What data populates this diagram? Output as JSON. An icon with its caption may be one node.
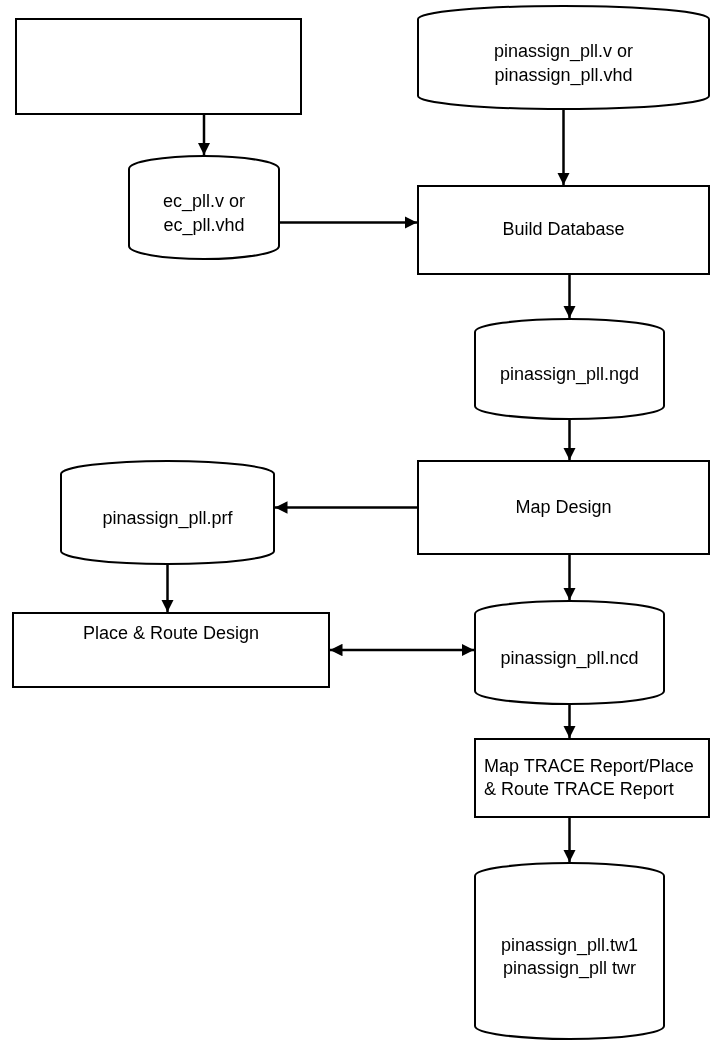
{
  "diagram": {
    "nodes": [
      {
        "text": [],
        "shape": "box"
      },
      {
        "text": [
          "pinassign_pll.v or pinassign_pll.vhd"
        ]
      },
      {
        "text": [
          "ec_pll.v or ec_pll.vhd"
        ]
      },
      {
        "text": [
          "Build Database"
        ]
      },
      {
        "text": [
          "pinassign_pll.ngd"
        ]
      },
      {
        "text": [
          "Map Design"
        ]
      },
      {
        "text": [
          "pinassign_pll.prf"
        ]
      },
      {
        "text": [
          "Place & Route Design"
        ]
      },
      {
        "text": [
          "pinassign_pll.ncd"
        ]
      },
      {
        "text": [
          "Map TRACE Report/Place & Route TRACE Report"
        ]
      },
      {
        "text": [
          "pinassign_pll.tw1 pinassign_pll twr"
        ]
      }
    ],
    "edges": [
      {
        "from": 0,
        "to": 2,
        "arrow": "to"
      },
      {
        "from": 1,
        "to": 3,
        "arrow": "to"
      },
      {
        "from": 2,
        "to": 3,
        "arrow": "to"
      },
      {
        "from": 3,
        "to": 4,
        "arrow": "to"
      },
      {
        "from": 5,
        "to": 6,
        "arrow": "to"
      },
      {
        "from": 4,
        "to": 5,
        "arrow": "to"
      },
      {
        "from": 6,
        "to": 7,
        "arrow": "to"
      },
      {
        "from": 5,
        "to": 8,
        "arrow": "to"
      },
      {
        "from": 7,
        "to": 8,
        "arrow": "both"
      },
      {
        "from": 8,
        "to": 9,
        "arrow": "to"
      },
      {
        "from": 9,
        "to": 10,
        "arrow": "to"
      }
    ]
  }
}
